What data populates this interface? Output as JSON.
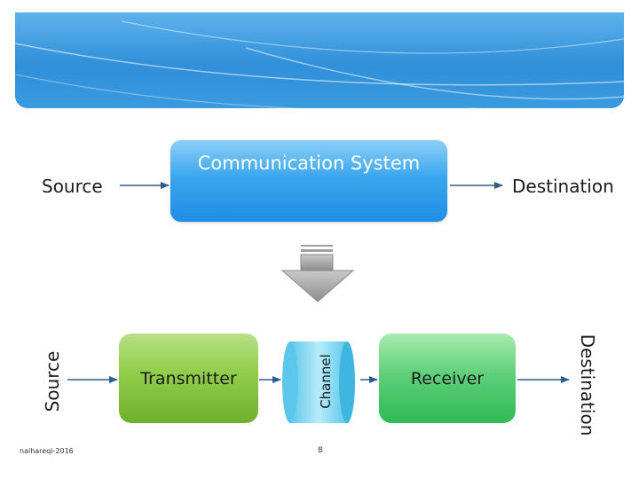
{
  "diagram": {
    "top_row": {
      "source_label": "Source",
      "system_label": "Communication System",
      "destination_label": "Destination"
    },
    "bottom_row": {
      "source_label": "Source",
      "transmitter_label": "Transmitter",
      "channel_label": "Channel",
      "receiver_label": "Receiver",
      "destination_label": "Destination"
    }
  },
  "footer": {
    "author": "nalhareqi-2016",
    "page_number": "8"
  },
  "colors": {
    "banner": "#2f8fd8",
    "communication_system_box": "#3aa6ee",
    "transmitter_box": "#94cf4e",
    "receiver_box": "#5fd07a",
    "channel_cylinder": "#7fd9f2",
    "arrows": "#2c5f8f",
    "expand_arrow": "#9a9a9a"
  }
}
